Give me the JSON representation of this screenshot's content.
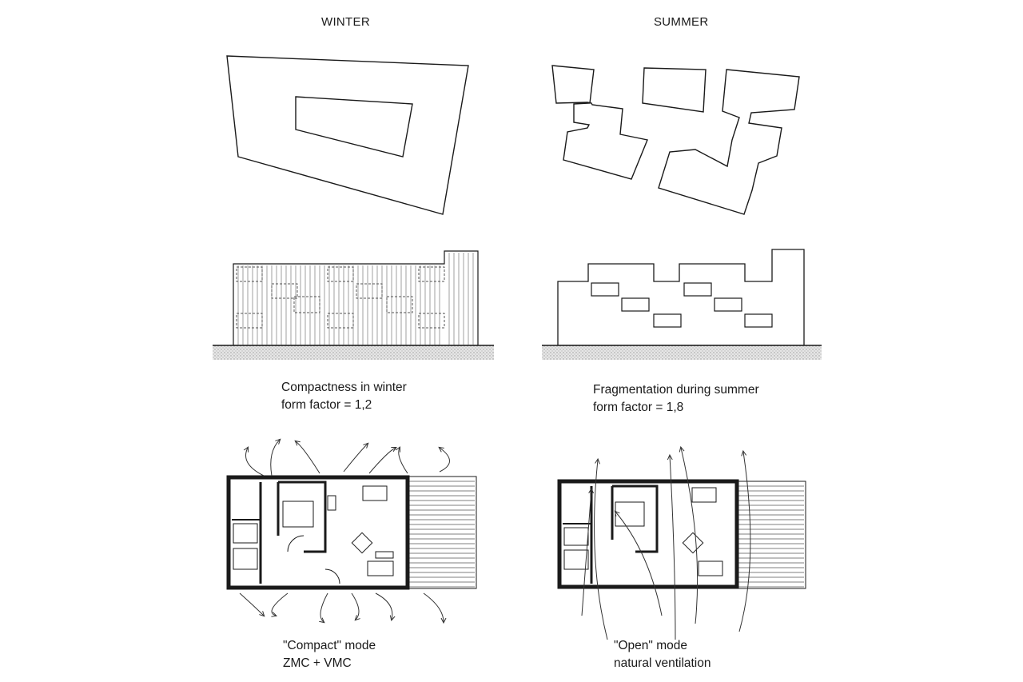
{
  "headers": {
    "winter": "WINTER",
    "summer": "SUMMER"
  },
  "captions": {
    "winter_form": {
      "line1": "Compactness in winter",
      "line2": "form factor = 1,2"
    },
    "summer_form": {
      "line1": "Fragmentation during summer",
      "line2": "form factor = 1,8"
    },
    "winter_mode": {
      "line1": "\"Compact\" mode",
      "line2": "ZMC + VMC"
    },
    "summer_mode": {
      "line1": "\"Open\" mode",
      "line2": "natural ventilation"
    }
  },
  "colors": {
    "ink": "#1a1a1a",
    "ground": "#bdbdbd",
    "background": "#ffffff"
  }
}
